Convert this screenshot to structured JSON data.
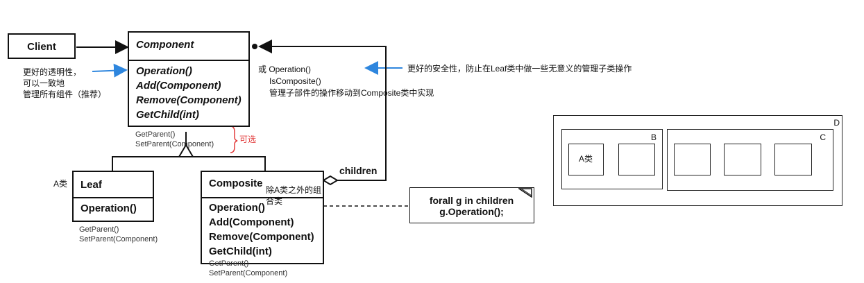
{
  "client": {
    "title": "Client"
  },
  "component": {
    "title": "Component",
    "ops": [
      "Operation()",
      "Add(Component)",
      "Remove(Component)",
      "GetChild(int)"
    ],
    "extra": [
      "GetParent()",
      "SetParent(Component)"
    ],
    "optional_label": "可选"
  },
  "leaf": {
    "tag": "A类",
    "title": "Leaf",
    "ops": [
      "Operation()"
    ],
    "extra": [
      "GetParent()",
      "SetParent(Component)"
    ]
  },
  "composite": {
    "title": "Composite",
    "subtitle": "除A类之外的组合类",
    "ops": [
      "Operation()",
      "Add(Component)",
      "Remove(Component)",
      "GetChild(int)"
    ],
    "extra": [
      "GetParent()",
      "SetParent(Component)"
    ],
    "children_label": "children"
  },
  "note": {
    "lines": [
      "forall g in children",
      "g.Operation();"
    ]
  },
  "left_annotation": {
    "lines": [
      "更好的透明性，",
      "可以一致地",
      "管理所有组件（推荐）"
    ]
  },
  "middle_annotation": {
    "lines": [
      "或 Operation()",
      "IsComposite()",
      "管理子部件的操作移动到Composite类中实现"
    ]
  },
  "right_annotation": {
    "text": "更好的安全性，防止在Leaf类中做一些无意义的管理子类操作"
  },
  "nested_diagram": {
    "outer_label": "D",
    "b_label": "B",
    "c_label": "C",
    "a_label": "A类"
  },
  "colors": {
    "arrow_blue": "#2e86de",
    "optional_red": "#e23b3b",
    "line": "#111111"
  }
}
